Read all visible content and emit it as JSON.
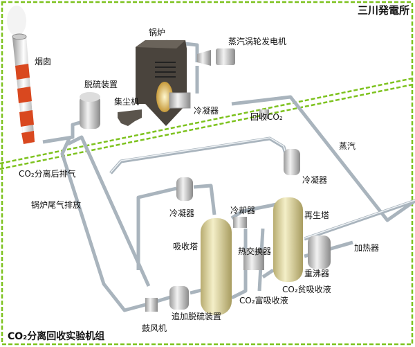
{
  "plant_title": "三川発電所",
  "unit_title": "CO₂分离回收实验机组",
  "labels": {
    "chimney": "烟囱",
    "boiler": "锅炉",
    "turbine_generator": "蒸汽涡轮发电机",
    "desulfurization": "脱硫装置",
    "dust_collector": "集尘机",
    "condenser_top": "冷凝器",
    "co2_recovery": "回收CO₂",
    "steam": "蒸汽",
    "co2_separated_exhaust": "CO₂分离后排气",
    "boiler_exhaust": "锅炉尾气排放",
    "condenser_left": "冷凝器",
    "cooler": "冷却器",
    "condenser_right": "冷凝器",
    "regenerator": "再生塔",
    "absorber": "吸收塔",
    "heat_exchanger": "热交换器",
    "heater": "加热器",
    "reboiler": "重沸器",
    "lean_solution": "CO₂贫吸收液",
    "rich_solution": "CO₂富吸收液",
    "extra_desulfurization": "追加脱硫装置",
    "blower": "鼓风机"
  },
  "colors": {
    "boundary": "#7dc21e",
    "pipe": "#a9b4bd",
    "tower": "#e0d6a0",
    "boiler": "#4a443d",
    "chimney_red": "#d9481f"
  }
}
